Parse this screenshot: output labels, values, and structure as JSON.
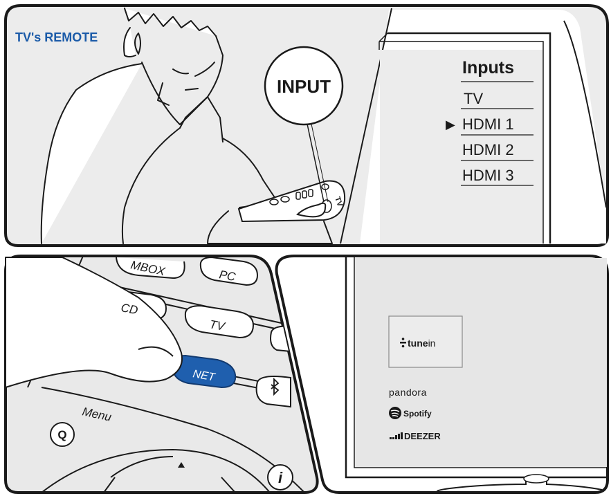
{
  "panel_top": {
    "label": "TV's REMOTE",
    "remote_button": "INPUT",
    "remote_brand": "TV",
    "tv_menu": {
      "title": "Inputs",
      "items": [
        "TV",
        "HDMI 1",
        "HDMI 2",
        "HDMI 3"
      ],
      "selected_index": 1,
      "selected_marker": "▶"
    }
  },
  "panel_remote": {
    "buttons": {
      "top_cut": "MBOX",
      "pc": "PC",
      "cd": "CD",
      "tv": "TV",
      "net": "NET",
      "menu": "Menu",
      "q": "Q",
      "info": "i",
      "bluetooth_icon": "bluetooth-icon"
    },
    "colors": {
      "net_button": "#1f5fae"
    }
  },
  "panel_tv": {
    "services": {
      "tunein": {
        "prefix": "tune",
        "suffix": "in"
      },
      "pandora": "pandora",
      "spotify": "Spotify",
      "deezer": "DEEZER"
    }
  },
  "colors": {
    "accent_label": "#1a5aa8",
    "screen_grey": "#e6e6e6",
    "outline": "#1a1a1a"
  }
}
